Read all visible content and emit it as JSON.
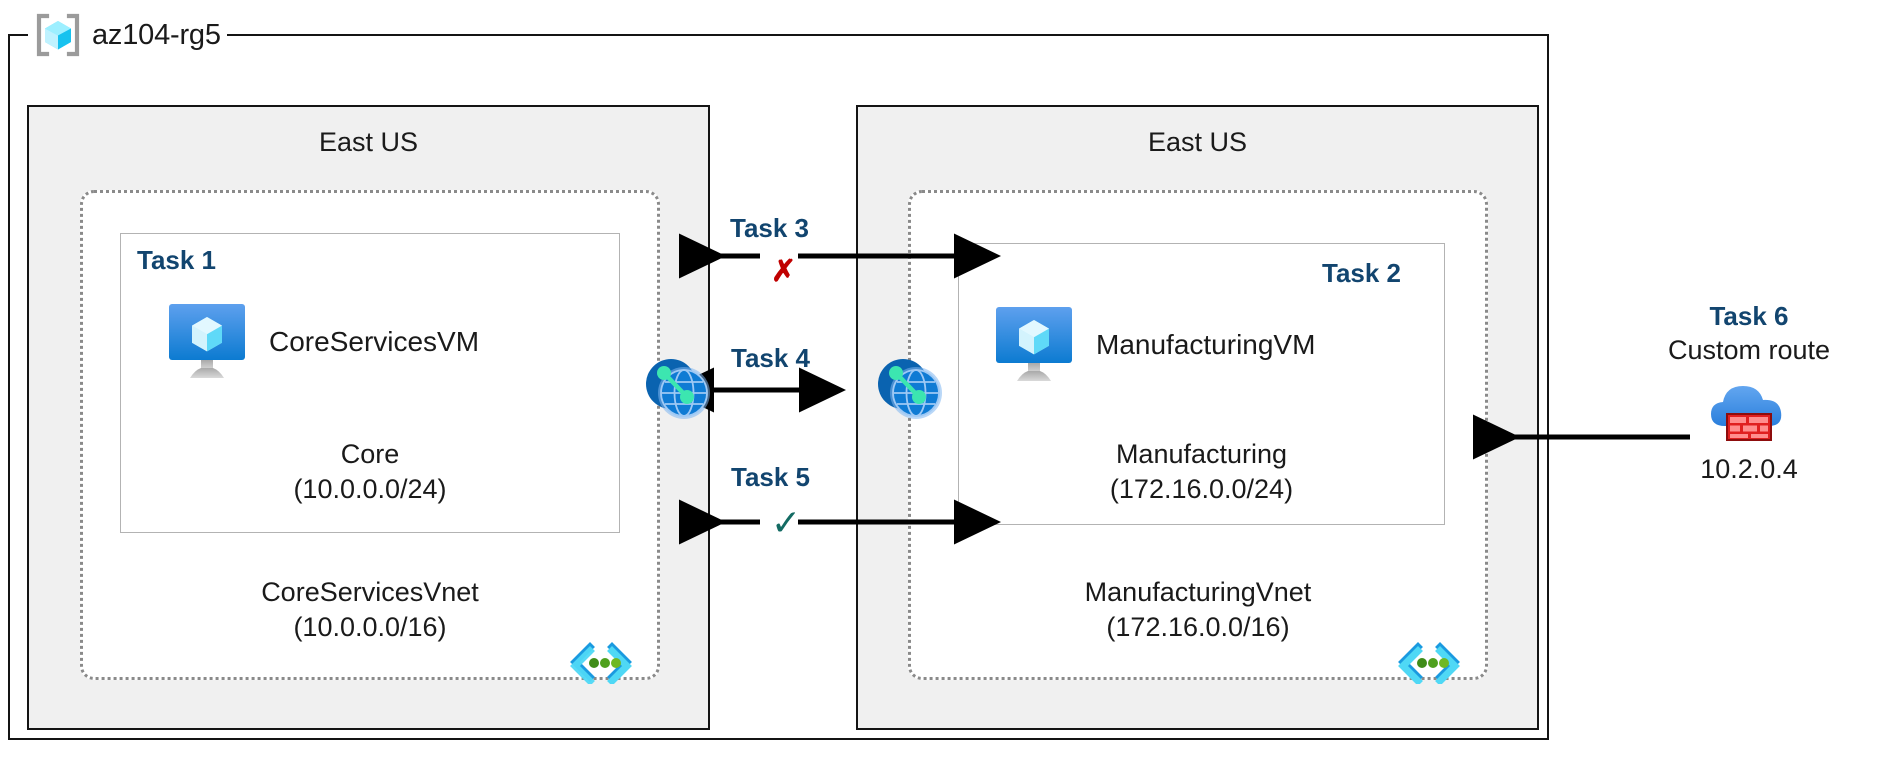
{
  "resource_group": {
    "name": "az104-rg5",
    "icon": "resource-group-cube-icon"
  },
  "regions": [
    {
      "id": "left",
      "label": "East US"
    },
    {
      "id": "right",
      "label": "East US"
    }
  ],
  "vnets": [
    {
      "id": "core",
      "name": "CoreServicesVnet",
      "cidr": "(10.0.0.0/16)",
      "icon": "vnet-brackets-icon",
      "subnet": {
        "task_tag": "Task 1",
        "name": "Core",
        "cidr": "(10.0.0.0/24)",
        "vm": {
          "name": "CoreServicesVM",
          "icon": "virtual-machine-icon"
        }
      }
    },
    {
      "id": "manufacturing",
      "name": "ManufacturingVnet",
      "cidr": "(172.16.0.0/16)",
      "icon": "vnet-brackets-icon",
      "subnet": {
        "task_tag": "Task 2",
        "name": "Manufacturing",
        "cidr": "(172.16.0.0/24)",
        "vm": {
          "name": "ManufacturingVM",
          "icon": "virtual-machine-icon"
        }
      }
    }
  ],
  "connections": [
    {
      "id": "task3",
      "label": "Task 3",
      "marker": "✗",
      "marker_kind": "cross",
      "direction": "bidirectional"
    },
    {
      "id": "task4",
      "label": "Task 4",
      "marker": "",
      "marker_kind": "none",
      "direction": "bidirectional"
    },
    {
      "id": "task5",
      "label": "Task 5",
      "marker": "✓",
      "marker_kind": "checkmark",
      "direction": "bidirectional"
    }
  ],
  "peering_icons": [
    {
      "id": "peer-left",
      "icon": "vnet-peering-globe-icon"
    },
    {
      "id": "peer-right",
      "icon": "vnet-peering-globe-icon"
    }
  ],
  "custom_route": {
    "task_tag": "Task 6",
    "label": "Custom route",
    "ip": "10.2.0.4",
    "icon": "firewall-cloud-icon"
  },
  "colors": {
    "task_blue": "#12456f",
    "cross_red": "#c00000",
    "check_teal": "#136b63",
    "region_fill": "#f0f0f0",
    "frame_black": "#141414",
    "vnet_dotted": "#8a8a8a",
    "subnet_border": "#b3b3b3",
    "azure_blue": "#0f7bd4",
    "cyan_cube": "#a5e8fb",
    "firewall_red": "#e02020",
    "vnet_glyph_blue": "#1a9ae0",
    "vnet_glyph_cyan": "#4fd8f5",
    "vnet_dot_green": "#3f9c22"
  }
}
